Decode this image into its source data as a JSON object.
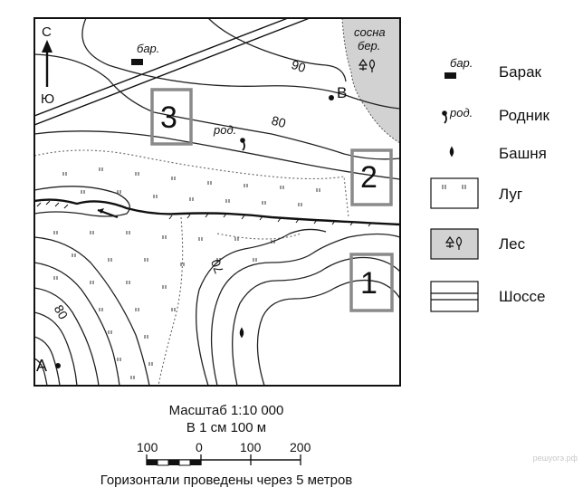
{
  "map": {
    "compass": {
      "north": "С",
      "south": "Ю"
    },
    "quadrants": [
      {
        "label": "1"
      },
      {
        "label": "2"
      },
      {
        "label": "3"
      }
    ],
    "points": {
      "a": "А",
      "b": "В"
    },
    "map_labels": {
      "barracks": "бар.",
      "spring": "род.",
      "forest_line1": "сосна",
      "forest_line2": "бер."
    },
    "contours": {
      "c90": "90",
      "c80": "80",
      "c70": "70",
      "c80_sw": "80"
    },
    "colors": {
      "forest": "#d2d2d2",
      "quadrant_frame": "#8a8a8a",
      "line": "#111111"
    }
  },
  "legend": {
    "barracks": {
      "symbol_text": "бар.",
      "label": "Барак"
    },
    "spring": {
      "symbol_text": "род.",
      "label": "Родник"
    },
    "tower": {
      "label": "Башня"
    },
    "meadow": {
      "label": "Луг"
    },
    "forest": {
      "label": "Лес"
    },
    "highway": {
      "label": "Шоссе"
    }
  },
  "scale": {
    "title": "Масштаб 1:10 000",
    "subtitle": "В 1 см 100 м",
    "ticks": [
      "100",
      "0",
      "100",
      "200"
    ],
    "note": "Горизонтали проведены через 5 метров"
  },
  "watermark": "решуогэ.рф"
}
